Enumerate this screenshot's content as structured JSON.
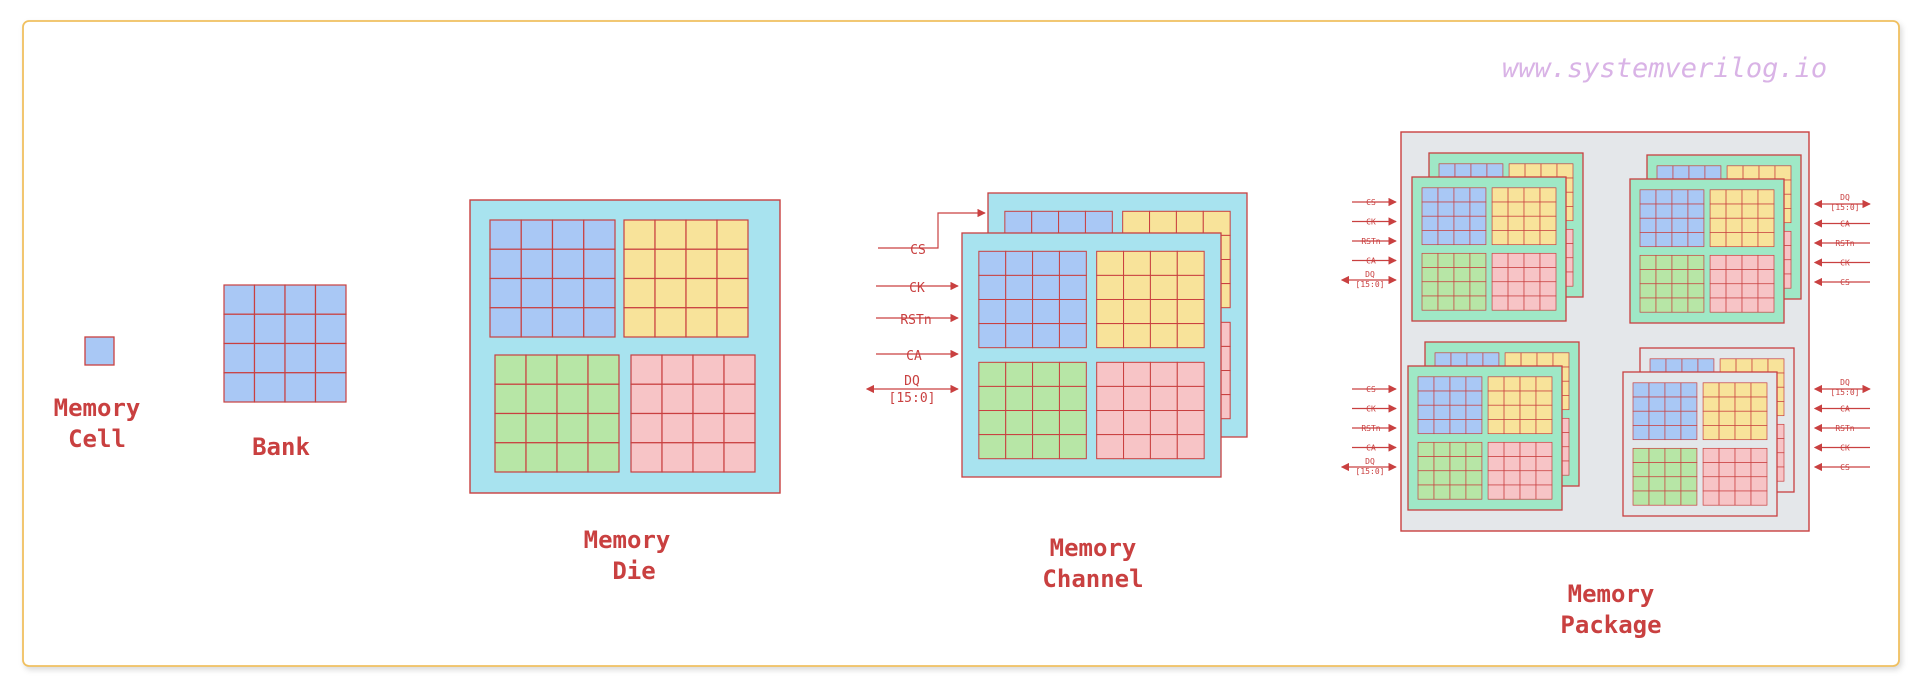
{
  "watermark": "www.systemverilog.io",
  "labels": {
    "cell": [
      "Memory",
      "Cell"
    ],
    "bank": [
      "Bank"
    ],
    "die": [
      "Memory",
      "Die"
    ],
    "channel": [
      "Memory",
      "Channel"
    ],
    "package": [
      "Memory",
      "Package"
    ]
  },
  "channel_signals": {
    "cs": "CS",
    "ck": "CK",
    "rstn": "RSTn",
    "ca": "CA",
    "dq_line1": "DQ",
    "dq_line2": "[15:0]"
  },
  "package_signals": {
    "cs": "CS",
    "ck": "CK",
    "rstn": "RSTn",
    "ca": "CA",
    "dq_line1": "DQ",
    "dq_line2": "[15:0]"
  },
  "colors": {
    "border": "#c94040",
    "frame": "#f0c060",
    "die_bg": "#a8e3ef",
    "channel_bg": "#a8e3ef",
    "package_bg": "#e4e7ea",
    "package_die_bg": "#9fe8c6",
    "bank_blue": "#a9c8f5",
    "bank_yellow": "#f8e39a",
    "bank_green": "#b7e6a6",
    "bank_red": "#f7c4c6",
    "watermark": "#d9b3e6"
  }
}
